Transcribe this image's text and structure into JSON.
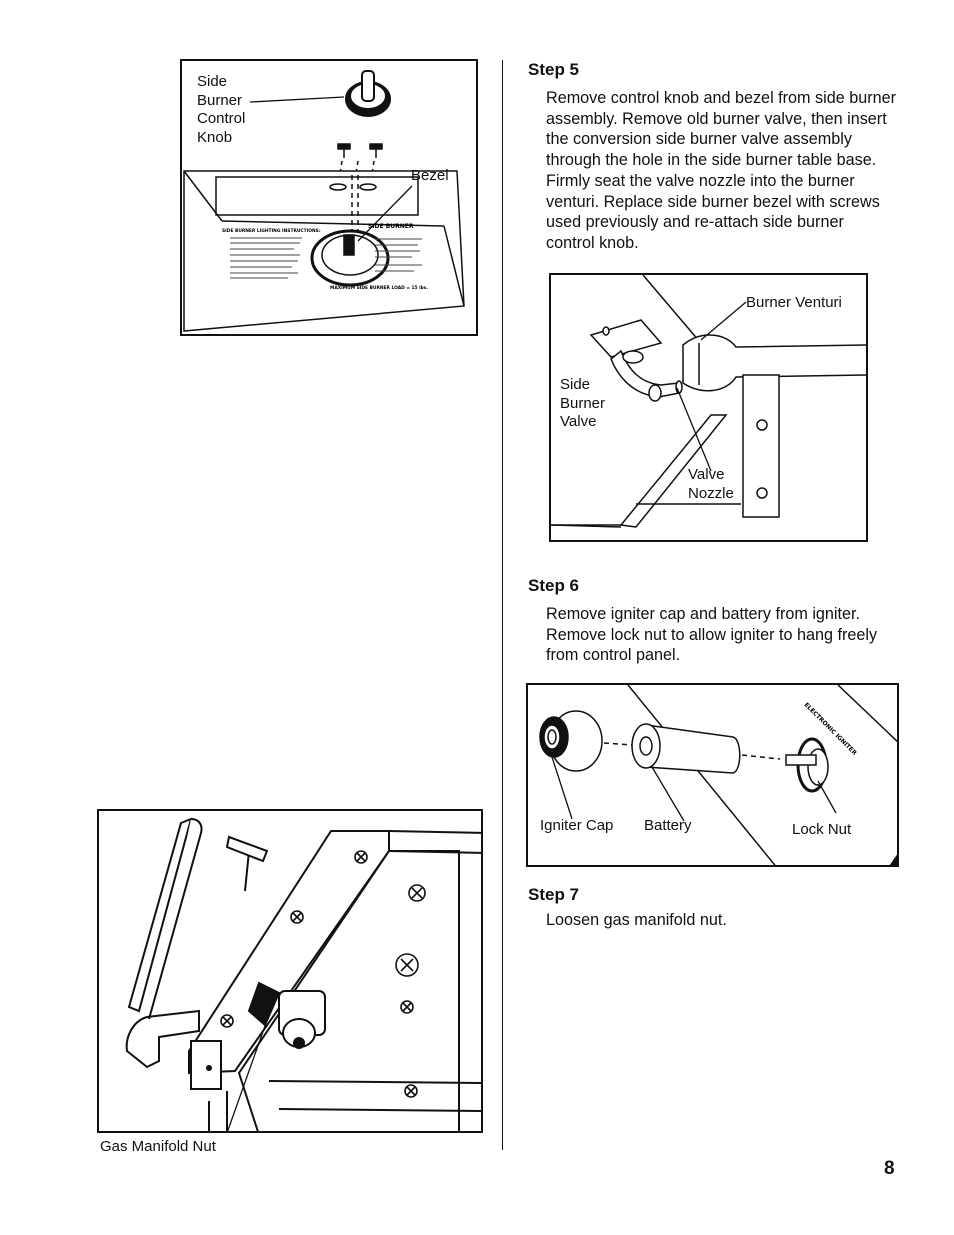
{
  "figures": {
    "side_burner": {
      "label_knob": [
        "Side",
        "Burner",
        "Control",
        "Knob"
      ],
      "label_bezel": "Bezel",
      "panel_heading": "SIDE BURNER",
      "panel_instructions_heading": "SIDE BURNER LIGHTING INSTRUCTIONS:",
      "panel_load": "MAXIMUM SIDE BURNER LOAD = 15 lbs."
    },
    "venturi": {
      "label_venturi": "Burner Venturi",
      "label_valve": [
        "Side",
        "Burner",
        "Valve"
      ],
      "label_nozzle": [
        "Valve",
        "Nozzle"
      ]
    },
    "igniter": {
      "label_cap": "Igniter Cap",
      "label_battery": "Battery",
      "label_nut": "Lock Nut",
      "panel_text": "ELECTRONIC IGNITER"
    },
    "manifold": {
      "label_nut": "Gas Manifold Nut"
    }
  },
  "steps": [
    {
      "title": "Step 5",
      "body": "Remove control knob and bezel from side burner assembly. Remove old burner valve, then insert the conversion side burner valve assembly through the hole in the side burner table base. Firmly seat the valve nozzle into the burner venturi. Replace side burner bezel with screws used previously and re-attach side burner control knob."
    },
    {
      "title": "Step 6",
      "body": "Remove igniter cap and battery from igniter. Remove lock nut to allow igniter to hang freely from control panel."
    },
    {
      "title": "Step 7",
      "body": "Loosen gas manifold nut."
    }
  ],
  "page_number": "8"
}
